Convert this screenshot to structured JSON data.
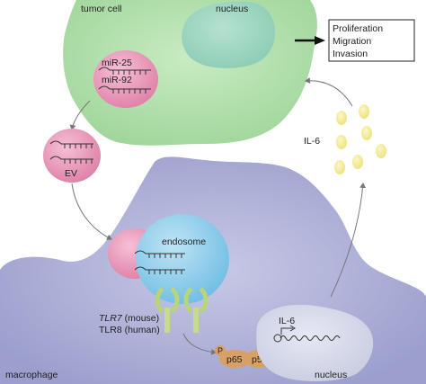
{
  "labels": {
    "tumor_cell": "tumor cell",
    "tumor_nucleus": "nucleus",
    "mir25": "miR-25",
    "mir92": "miR-92",
    "ev": "EV",
    "endosome": "endosome",
    "tlr7_name": "TLR7",
    "tlr7_species": " (mouse)",
    "tlr8": "TLR8 (human)",
    "il6_secreted": "IL-6",
    "il6_gene": "IL-6",
    "p": "P",
    "p65": "p65",
    "p50": "p50",
    "macrophage": "macrophage",
    "macrophage_nucleus": "nucleus"
  },
  "outcomes": [
    "Proliferation",
    "Migration",
    "Invasion"
  ],
  "colors": {
    "tumor_cell": "#a6dba0",
    "tumor_nucleus": "#8fcfb8",
    "mirna_vesicle": "#e48fb3",
    "macrophage": "#aeb0d6",
    "endosome": "#7fc4e6",
    "tlr_receptor": "#c5dd8a",
    "il6_particle": "#f2ea8c",
    "nfkb": "#d9a066",
    "macrophage_nucleus": "#d2d6e8"
  }
}
